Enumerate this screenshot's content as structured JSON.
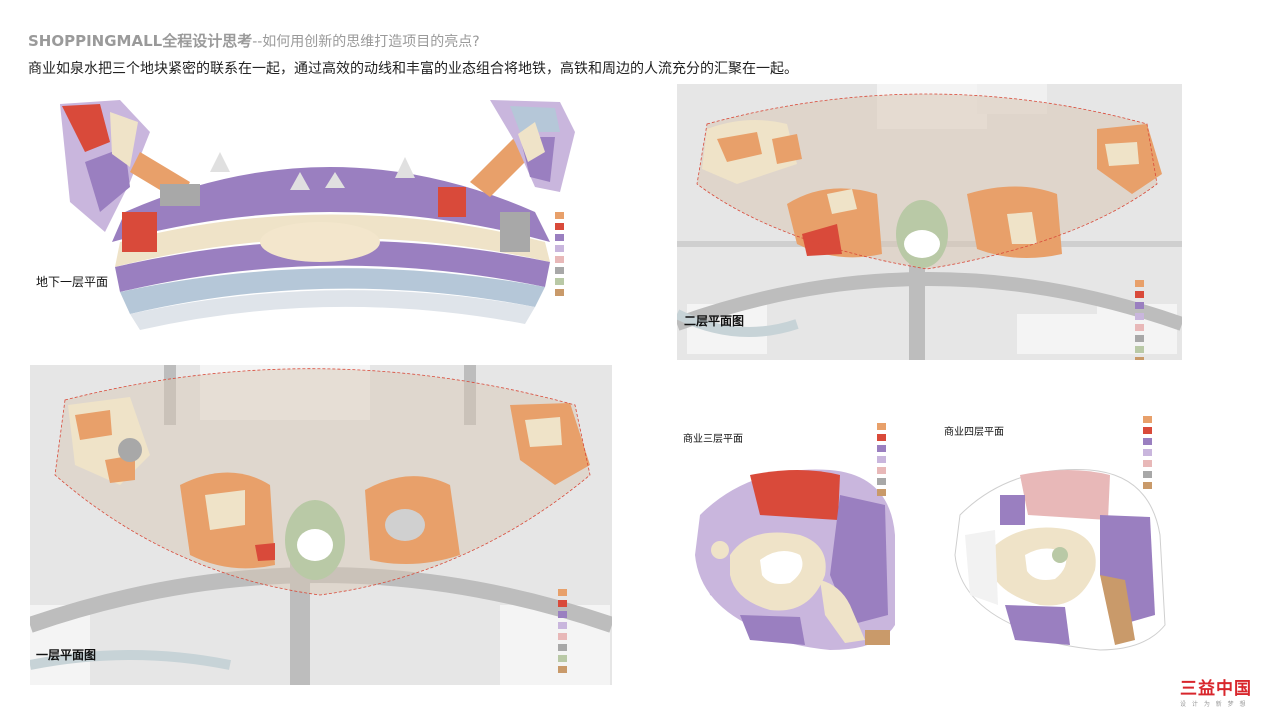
{
  "header": {
    "title_main": "SHOPPINGMALL全程设计思考",
    "title_sub": "--如何用创新的思维打造项目的亮点?",
    "description": "商业如泉水把三个地块紧密的联系在一起，通过高效的动线和丰富的业态组合将地铁，高铁和周边的人流充分的汇聚在一起。"
  },
  "plans": {
    "b1": {
      "label": "地下一层平面"
    },
    "l2": {
      "label": "二层平面图"
    },
    "l1": {
      "label": "一层平面图"
    },
    "l3": {
      "label": "商业三层平面"
    },
    "l4": {
      "label": "商业四层平面"
    }
  },
  "colors": {
    "orange": "#e8a06a",
    "red": "#d94a3a",
    "purple": "#9a7fc0",
    "light_purple": "#c9b6dd",
    "pink": "#e8b8b8",
    "grey": "#a8a8a8",
    "cream": "#efe3c8",
    "tan": "#c99a6a",
    "road": "#b8b8b8",
    "ground": "#ececec",
    "green": "#b9c9a6",
    "water": "#c7d3d7"
  },
  "logo": {
    "text": "三益中国",
    "tagline": "设 计 为 新 梦 想"
  }
}
